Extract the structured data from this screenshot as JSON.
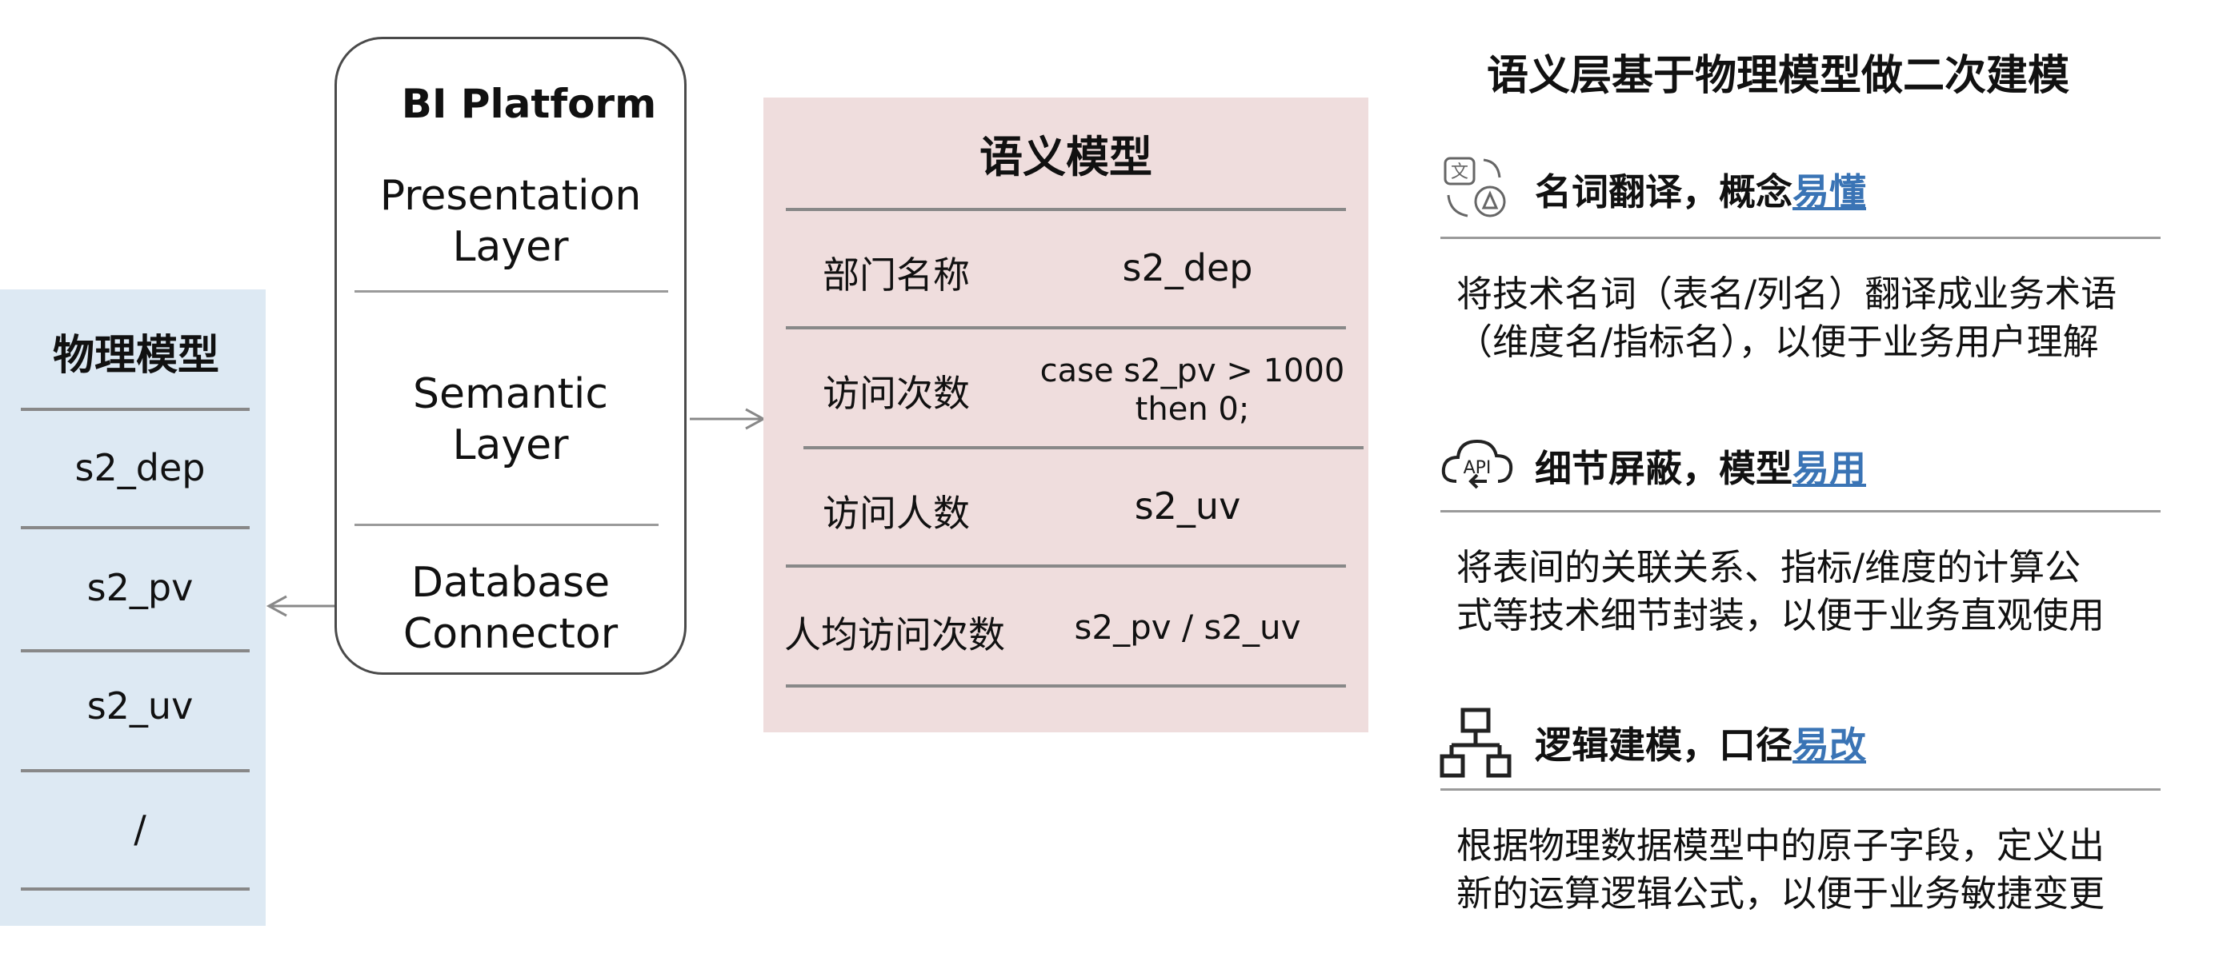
{
  "physical_model": {
    "title": "物理模型",
    "items": [
      "s2_dep",
      "s2_pv",
      "s2_uv",
      "/"
    ]
  },
  "bi_platform": {
    "title": "BI Platform",
    "layers": [
      {
        "line1": "Presentation",
        "line2": "Layer"
      },
      {
        "line1": "Semantic",
        "line2": "Layer"
      },
      {
        "line1": "Database",
        "line2": "Connector"
      }
    ]
  },
  "semantic_model": {
    "title": "语义模型",
    "rows": [
      {
        "label": "部门名称",
        "value": "s2_dep"
      },
      {
        "label": "访问次数",
        "value_line1": "case s2_pv > 1000",
        "value_line2": "then 0;"
      },
      {
        "label": "访问人数",
        "value": "s2_uv"
      },
      {
        "label": "人均访问次数",
        "value": "s2_pv / s2_uv"
      }
    ]
  },
  "right_panel": {
    "heading": "语义层基于物理模型做二次建模",
    "features": [
      {
        "icon": "translate-icon",
        "title": "名词翻译，概念",
        "link": "易懂",
        "desc_line1": "将技术名词（表名/列名）翻译成业务术语",
        "desc_line2": "（维度名/指标名），以便于业务用户理解"
      },
      {
        "icon": "api-cloud-icon",
        "title": "细节屏蔽，模型",
        "link": "易用",
        "desc_line1": "将表间的关联关系、指标/维度的计算公",
        "desc_line2": "式等技术细节封装，以便于业务直观使用"
      },
      {
        "icon": "hierarchy-icon",
        "title": "逻辑建模，口径",
        "link": "易改",
        "desc_line1": "根据物理数据模型中的原子字段，定义出",
        "desc_line2": "新的运算逻辑公式，以便于业务敏捷变更"
      }
    ]
  },
  "colors": {
    "physical_bg": "#dde9f3",
    "semantic_bg": "#efdddd",
    "link": "#3a74b5"
  }
}
